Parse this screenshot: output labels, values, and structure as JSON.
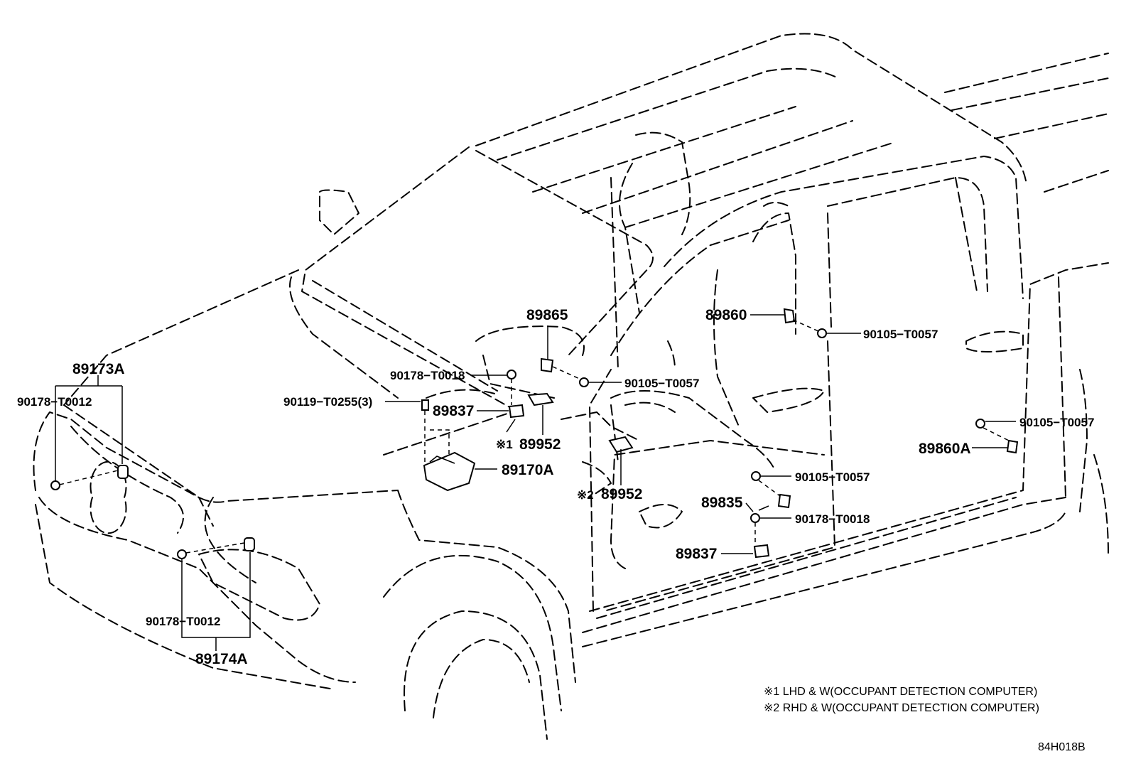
{
  "labels": {
    "p89173A": "89173A",
    "p90178_T0012_a": "90178−T0012",
    "p90178_T0012_b": "90178−T0012",
    "p89174A": "89174A",
    "p90178_T0018_a": "90178−T0018",
    "p90119_T0255": "90119−T0255(3)",
    "p89837_a": "89837",
    "p89952_a": "89952",
    "p89952_a_mark": "※1",
    "p89170A": "89170A",
    "p89952_b": "89952",
    "p89952_b_mark": "※2",
    "p89865": "89865",
    "p90105_T0057_a": "90105−T0057",
    "p89860": "89860",
    "p90105_T0057_b": "90105−T0057",
    "p90105_T0057_c": "90105−T0057",
    "p89860A": "89860A",
    "p90105_T0057_d": "90105−T0057",
    "p89835": "89835",
    "p90178_T0018_b": "90178−T0018",
    "p89837_b": "89837"
  },
  "notes": {
    "note1": "※1 LHD & W(OCCUPANT DETECTION COMPUTER)",
    "note2": "※2 RHD & W(OCCUPANT DETECTION COMPUTER)"
  },
  "figure_code": "84H018B"
}
